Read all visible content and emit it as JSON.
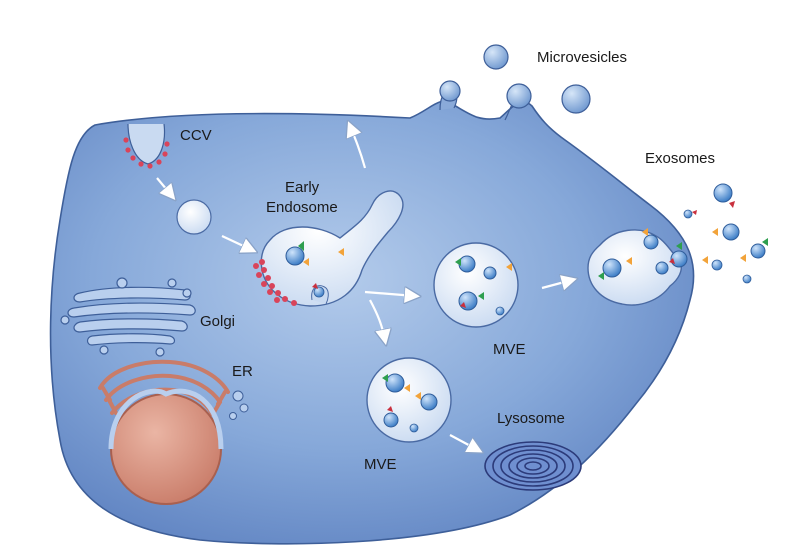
{
  "labels": {
    "microvesicles": "Microvesicles",
    "ccv": "CCV",
    "early_endosome_line1": "Early",
    "early_endosome_line2": "Endosome",
    "exosomes": "Exosomes",
    "golgi": "Golgi",
    "er": "ER",
    "mve_right": "MVE",
    "mve_lower": "MVE",
    "lysosome": "Lysosome"
  },
  "colors": {
    "cell_fill": "#5b86c4",
    "cell_light": "#a9c3e6",
    "membrane": "#3e5f99",
    "vesicle_fill": "#e6eef9",
    "vesicle_stroke": "#4a6aa3",
    "small_vesicle": "#4f93d8",
    "clathrin": "#d9445a",
    "nucleus": "#d89a88",
    "lysosome": "#2c3b7a",
    "marker_green": "#2e9e4f",
    "marker_orange": "#f2a33a",
    "marker_red": "#c9303e",
    "arrow": "#ffffff"
  }
}
